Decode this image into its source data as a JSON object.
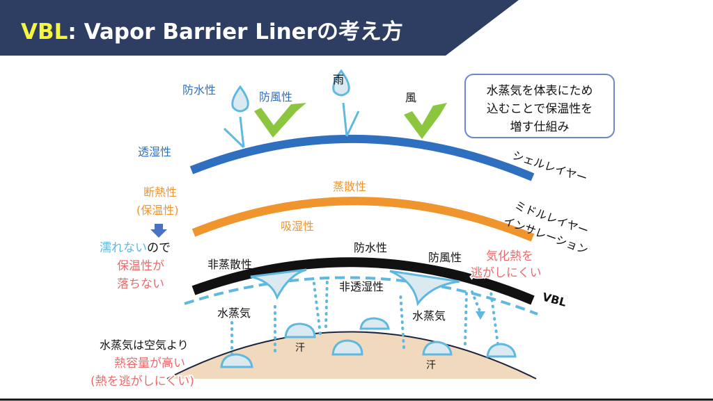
{
  "header": {
    "title_accent": "VBL",
    "title_rest": ": Vapor Barrier Linerの考え方"
  },
  "colors": {
    "header_bg": "#2e3e63",
    "accent": "#f5f542",
    "shell": "#2f6fc0",
    "middle": "#f0942e",
    "vbl": "#111111",
    "skin": "#f1d9bd",
    "vapor": "#5fb8e0",
    "wind": "#8cc63f"
  },
  "callout": {
    "lines": [
      "水蒸気を体表にため",
      "込むことで保温性を",
      "増す仕組み"
    ]
  },
  "shell": {
    "waterproof": "防水性",
    "windproof": "防風性",
    "rain": "雨",
    "wind": "風",
    "breathable": "透湿性",
    "layer_name": "シェルレイヤー"
  },
  "middle": {
    "insulation": "断熱性",
    "insulation_sub": "(保温性)",
    "evaporation": "蒸散性",
    "absorption": "吸湿性",
    "layer_name": "ミドルレイヤー",
    "layer_name2": "インサレーション"
  },
  "note_left": {
    "part1": "濡れない",
    "part2": "ので",
    "line2": "保温性が",
    "line3": "落ちない"
  },
  "vbl": {
    "non_evap": "非蒸散性",
    "waterproof": "防水性",
    "windproof": "防風性",
    "non_breathable": "非透湿性",
    "name": "VBL",
    "note1": "気化熱を",
    "note2": "逃がしにくい"
  },
  "body": {
    "vapor1": "水蒸気",
    "vapor2": "水蒸気",
    "sweat1": "汗",
    "sweat2": "汗"
  },
  "note_bottom": {
    "line1": "水蒸気は空気より",
    "line2": "熱容量が高い",
    "line3": "(熱を逃がしにくい)"
  }
}
